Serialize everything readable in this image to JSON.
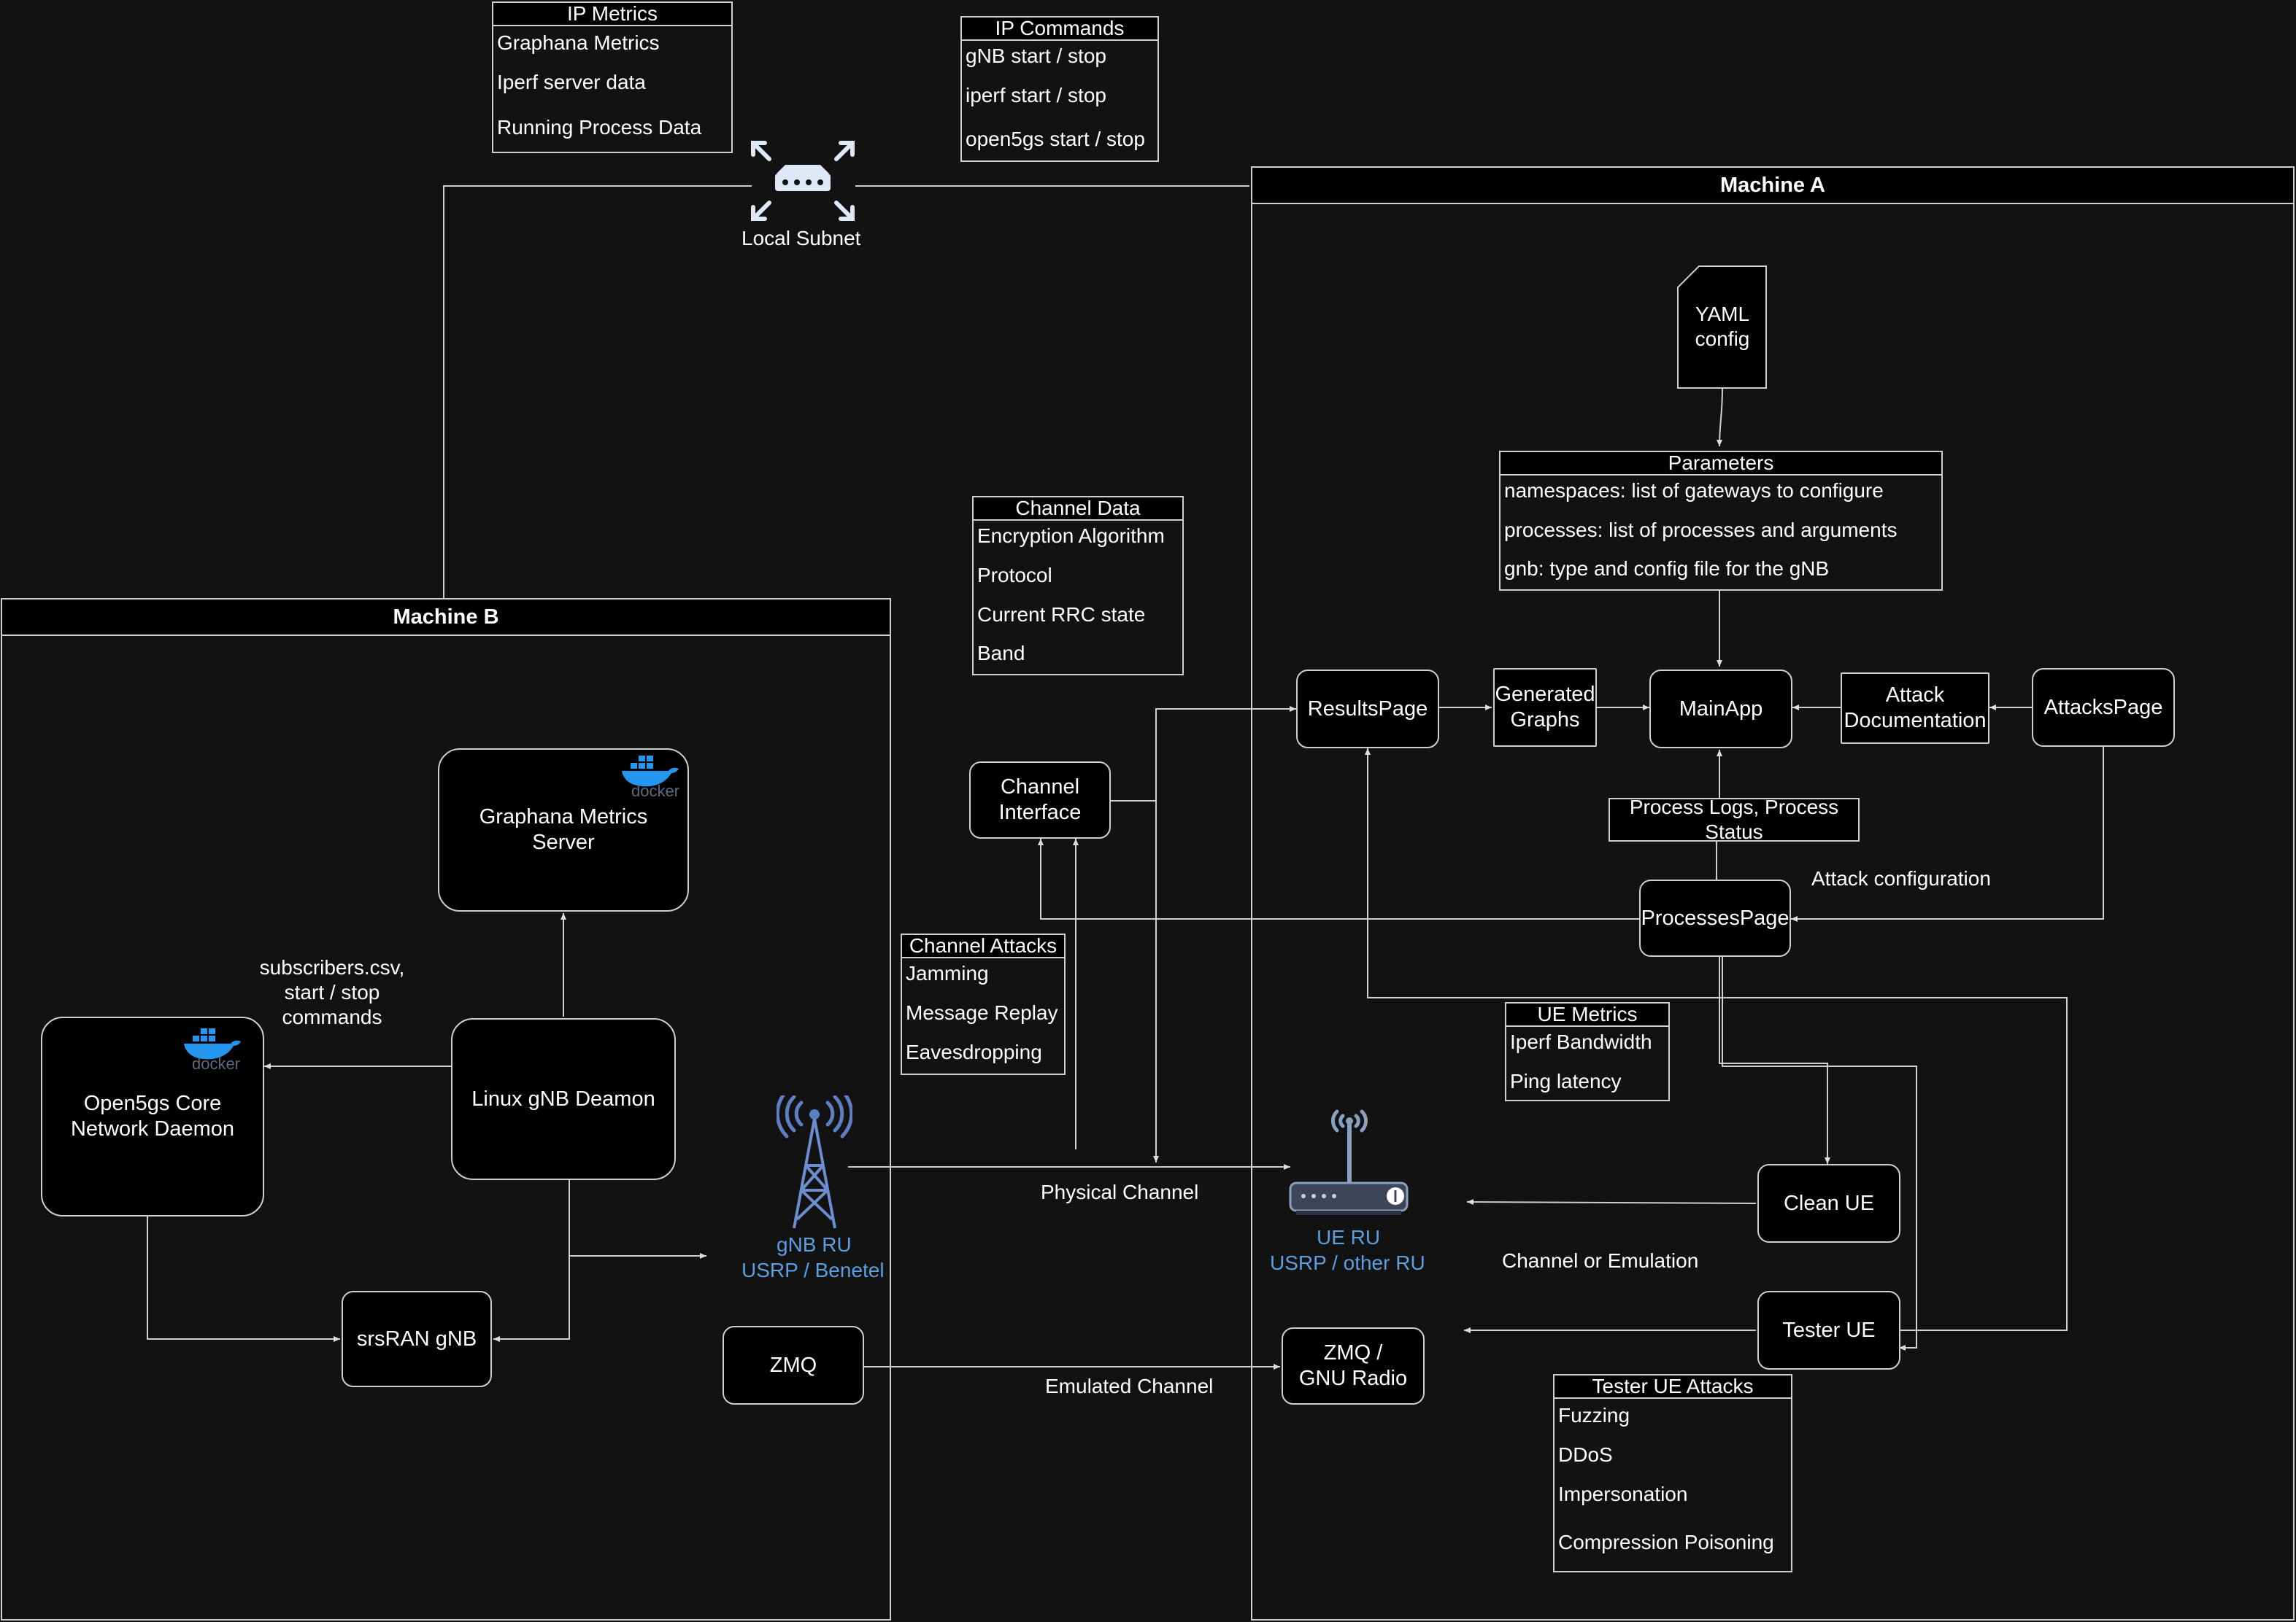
{
  "ip_metrics": {
    "title": "IP Metrics",
    "items": [
      "Graphana Metrics",
      "Iperf server data",
      "Running Process Data"
    ]
  },
  "ip_commands": {
    "title": "IP Commands",
    "items": [
      "gNB start / stop",
      "iperf start / stop",
      "open5gs start / stop"
    ]
  },
  "local_subnet": {
    "label": "Local Subnet"
  },
  "machine_a": {
    "title": "Machine A",
    "yaml": "YAML config",
    "parameters": {
      "title": "Parameters",
      "items": [
        "namespaces: list of gateways to configure",
        "processes: list of processes and arguments",
        "gnb: type and config file for the gNB"
      ]
    },
    "results_page": "ResultsPage",
    "generated_graphs": "Generated Graphs",
    "main_app": "MainApp",
    "attack_documentation": "Attack Documentation",
    "attacks_page": "AttacksPage",
    "process_logs": "Process Logs, Process Status",
    "attack_configuration": "Attack configuration",
    "processes_page": "ProcessesPage",
    "ue_metrics": {
      "title": "UE Metrics",
      "items": [
        "Iperf Bandwidth",
        "Ping latency"
      ]
    },
    "ue_ru_label": "UE RU",
    "ue_ru_sub": "USRP / other RU",
    "clean_ue": "Clean UE",
    "channel_or_emulation": "Channel or Emulation",
    "tester_ue": "Tester UE",
    "zmq_gnu_radio": "ZMQ / GNU Radio",
    "tester_ue_attacks": {
      "title": "Tester UE Attacks",
      "items": [
        "Fuzzing",
        "DDoS",
        "Impersonation",
        "Compression Poisoning"
      ]
    }
  },
  "machine_b": {
    "title": "Machine B",
    "graphana_server": "Graphana Metrics Server",
    "subscribers_note": "subscribers.csv, start / stop commands",
    "open5gs": "Open5gs Core Network Daemon",
    "linux_gnb": "Linux gNB Deamon",
    "srsran": "srsRAN gNB",
    "gnb_ru_label": "gNB RU",
    "gnb_ru_sub": "USRP / Benetel",
    "zmq": "ZMQ",
    "docker_label": "docker"
  },
  "channel_data": {
    "title": "Channel Data",
    "items": [
      "Encryption Algorithm",
      "Protocol",
      "Current RRC state",
      "Band"
    ]
  },
  "channel_interface": "Channel Interface",
  "channel_attacks": {
    "title": "Channel Attacks",
    "items": [
      "Jamming",
      "Message Replay",
      "Eavesdropping"
    ]
  },
  "physical_channel": "Physical Channel",
  "emulated_channel": "Emulated Channel",
  "colors": {
    "background": "#121212",
    "line": "#cfcfcf",
    "accent_blue": "#5a9fe0",
    "docker_blue": "#2496ed",
    "icon_fill": "#dfe8f5"
  }
}
